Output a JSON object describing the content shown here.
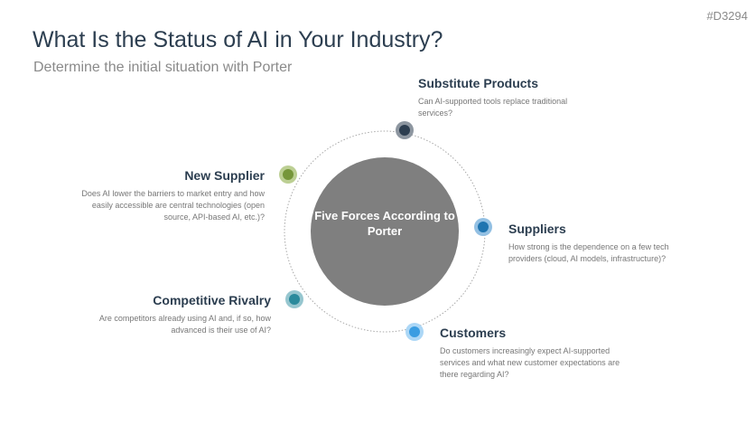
{
  "slide_code": "#D3294",
  "title": "What Is the Status of AI in Your Industry?",
  "subtitle": "Determine the initial situation with Porter",
  "center": {
    "label": "Five Forces According to Porter",
    "color": "#7f7f7f"
  },
  "forces": [
    {
      "title": "Substitute Products",
      "text": "Can AI-supported tools replace traditional services?",
      "color": "#2d3e50",
      "ring": "#8d96a0"
    },
    {
      "title": "Suppliers",
      "text": "How strong is the dependence on a few tech providers (cloud, AI models, infrastructure)?",
      "color": "#1f74b0",
      "ring": "#93c0e3"
    },
    {
      "title": "Customers",
      "text": "Do customers increasingly expect AI-supported services and what new customer expectations are there regarding AI?",
      "color": "#3a9de2",
      "ring": "#acd7f6"
    },
    {
      "title": "Competitive Rivalry",
      "text": "Are competitors already using AI and, if so, how advanced is their use of AI?",
      "color": "#2a8a9c",
      "ring": "#96c6cf"
    },
    {
      "title": "New Supplier",
      "text": "Does AI lower the barriers to market entry and how easily accessible are central technologies (open source, API-based AI, etc.)?",
      "color": "#76963a",
      "ring": "#bccf93"
    }
  ]
}
